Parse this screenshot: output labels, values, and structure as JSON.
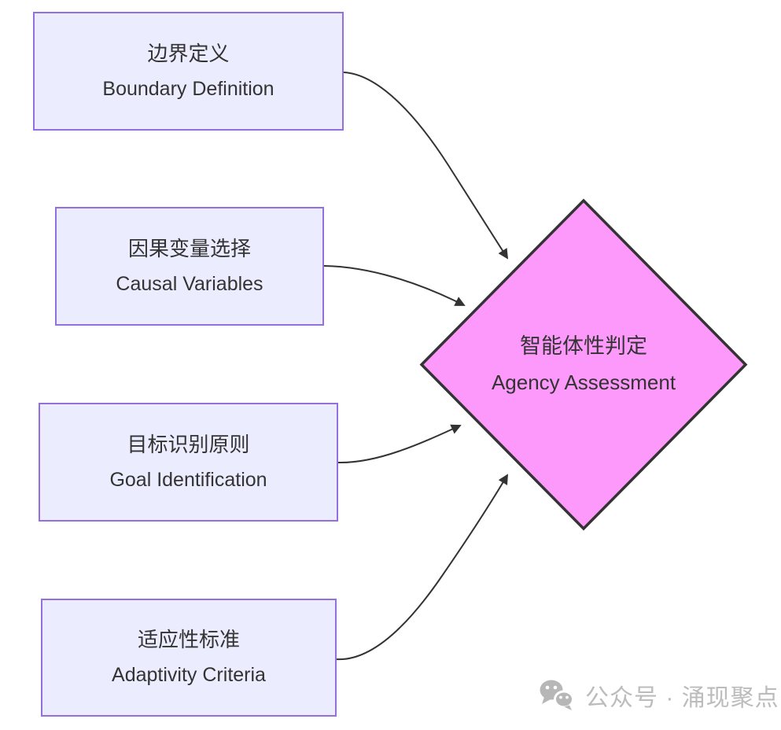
{
  "diagram": {
    "nodes": [
      {
        "id": "boundary",
        "zh": "边界定义",
        "en": "Boundary Definition"
      },
      {
        "id": "causal",
        "zh": "因果变量选择",
        "en": "Causal Variables"
      },
      {
        "id": "goal",
        "zh": "目标识别原则",
        "en": "Goal Identification"
      },
      {
        "id": "adaptivity",
        "zh": "适应性标准",
        "en": "Adaptivity Criteria"
      }
    ],
    "decision": {
      "zh": "智能体性判定",
      "en": "Agency Assessment"
    },
    "edges": [
      {
        "from": "boundary",
        "to": "decision"
      },
      {
        "from": "causal",
        "to": "decision"
      },
      {
        "from": "goal",
        "to": "decision"
      },
      {
        "from": "adaptivity",
        "to": "decision"
      }
    ],
    "colors": {
      "node_fill": "#ECECFF",
      "node_border": "#9370DB",
      "decision_fill": "#FC99FB",
      "decision_border": "#333333",
      "edge_stroke": "#333333",
      "text": "#333333",
      "watermark": "#BCBCBC"
    }
  },
  "watermark": {
    "text": "公众号 · 涌现聚点",
    "icon": "wechat-icon"
  }
}
